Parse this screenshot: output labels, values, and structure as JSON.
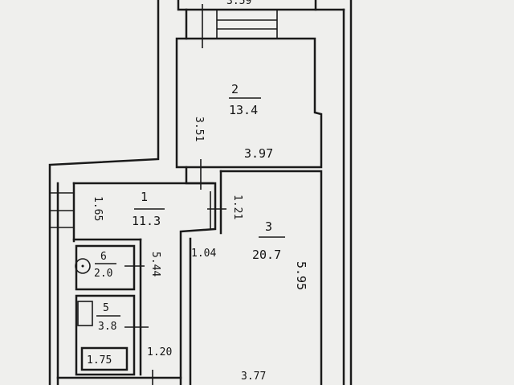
{
  "plan": {
    "top_dimension": "3.59",
    "rooms": [
      {
        "number": "1",
        "area": "11.3"
      },
      {
        "number": "2",
        "area": "13.4"
      },
      {
        "number": "3",
        "area": "20.7"
      },
      {
        "number": "5",
        "area": "3.8"
      },
      {
        "number": "6",
        "area": "2.0"
      }
    ],
    "dimensions": {
      "room2_height": "3.51",
      "room2_width": "3.97",
      "room1_height": "1.65",
      "room1_door": "1.21",
      "room3_left": "1.04",
      "room3_height": "5.95",
      "room3_width": "3.77",
      "corridor_length": "5.44",
      "corridor_width": "1.20",
      "bathtub": "1.75"
    }
  }
}
